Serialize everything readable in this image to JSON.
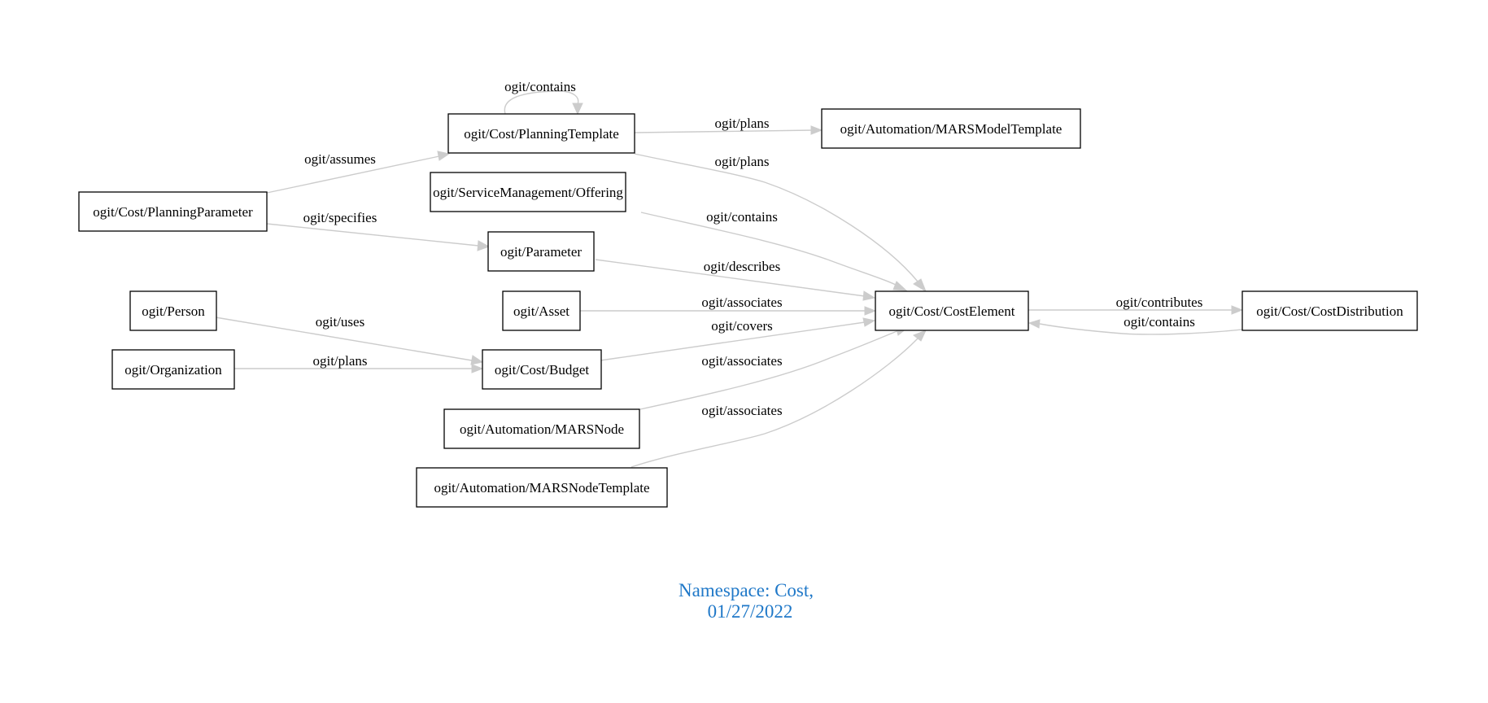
{
  "diagram": {
    "nodes": [
      {
        "id": "planning-template",
        "label": "ogit/Cost/PlanningTemplate"
      },
      {
        "id": "mars-model-template",
        "label": "ogit/Automation/MARSModelTemplate"
      },
      {
        "id": "offering",
        "label": "ogit/ServiceManagement/Offering"
      },
      {
        "id": "planning-parameter",
        "label": "ogit/Cost/PlanningParameter"
      },
      {
        "id": "parameter",
        "label": "ogit/Parameter"
      },
      {
        "id": "person",
        "label": "ogit/Person"
      },
      {
        "id": "asset",
        "label": "ogit/Asset"
      },
      {
        "id": "cost-element",
        "label": "ogit/Cost/CostElement"
      },
      {
        "id": "cost-distribution",
        "label": "ogit/Cost/CostDistribution"
      },
      {
        "id": "organization",
        "label": "ogit/Organization"
      },
      {
        "id": "budget",
        "label": "ogit/Cost/Budget"
      },
      {
        "id": "mars-node",
        "label": "ogit/Automation/MARSNode"
      },
      {
        "id": "mars-node-template",
        "label": "ogit/Automation/MARSNodeTemplate"
      }
    ],
    "edges": [
      {
        "id": "pt-contains-pt",
        "from": "planning-template",
        "to": "planning-template",
        "label": "ogit/contains"
      },
      {
        "id": "pt-plans-mmt",
        "from": "planning-template",
        "to": "mars-model-template",
        "label": "ogit/plans"
      },
      {
        "id": "pt-plans-ce",
        "from": "planning-template",
        "to": "cost-element",
        "label": "ogit/plans"
      },
      {
        "id": "pp-assumes-pt",
        "from": "planning-parameter",
        "to": "planning-template",
        "label": "ogit/assumes"
      },
      {
        "id": "pp-specifies-param",
        "from": "planning-parameter",
        "to": "parameter",
        "label": "ogit/specifies"
      },
      {
        "id": "off-contains-ce",
        "from": "offering",
        "to": "cost-element",
        "label": "ogit/contains"
      },
      {
        "id": "param-describes-ce",
        "from": "parameter",
        "to": "cost-element",
        "label": "ogit/describes"
      },
      {
        "id": "asset-associates-ce",
        "from": "asset",
        "to": "cost-element",
        "label": "ogit/associates"
      },
      {
        "id": "budget-covers-ce",
        "from": "budget",
        "to": "cost-element",
        "label": "ogit/covers"
      },
      {
        "id": "mn-associates-ce",
        "from": "mars-node",
        "to": "cost-element",
        "label": "ogit/associates"
      },
      {
        "id": "mnt-associates-ce",
        "from": "mars-node-template",
        "to": "cost-element",
        "label": "ogit/associates"
      },
      {
        "id": "ce-contributes-cd",
        "from": "cost-element",
        "to": "cost-distribution",
        "label": "ogit/contributes"
      },
      {
        "id": "cd-contains-ce",
        "from": "cost-distribution",
        "to": "cost-element",
        "label": "ogit/contains"
      },
      {
        "id": "person-uses-budget",
        "from": "person",
        "to": "budget",
        "label": "ogit/uses"
      },
      {
        "id": "org-plans-budget",
        "from": "organization",
        "to": "budget",
        "label": "ogit/plans"
      }
    ],
    "caption": {
      "line1": "Namespace: Cost,",
      "line2": "01/27/2022",
      "color": "#1f78c8"
    },
    "edge_color": "#cccccc",
    "node_border_color": "#000000"
  }
}
